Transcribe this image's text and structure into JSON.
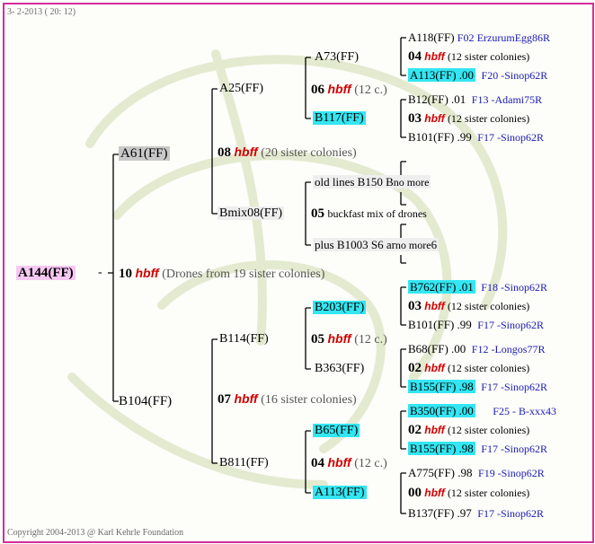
{
  "header": "3- 2-2013 ( 20: 12)",
  "footer": "Copyright 2004-2013 @ Karl Kehrle Foundation",
  "hbff": "hbff",
  "root": {
    "name": "A144(FF)",
    "gen": "10",
    "note": "(Drones from 19 sister colonies)"
  },
  "p1": {
    "name": "A61(FF)",
    "gen": "08",
    "note": "(20 sister colonies)"
  },
  "p2": {
    "name": "B104(FF)",
    "gen": "07",
    "note": "(16 sister colonies)"
  },
  "g1": {
    "name": "A25(FF)",
    "gen": "06",
    "note": "(12 c.)"
  },
  "g2": {
    "name": "Bmix08(FF)",
    "gen": "05",
    "note": "buckfast mix of drones"
  },
  "g3": {
    "name": "B114(FF)",
    "gen": "05",
    "note": "(12 c.)"
  },
  "g4": {
    "name": "B811(FF)",
    "gen": "04",
    "note": "(12 c.)"
  },
  "ggp": {
    "a73": "A73(FF)",
    "b117": "B117(FF)",
    "oldlines": "old lines B150 B",
    "nomore1": "no more",
    "plus": "plus B1003 S6 ar",
    "nomore2": "no more",
    "b203": "B203(FF)",
    "b363": "B363(FF)",
    "b65": "B65(FF)",
    "a113": "A113(FF)"
  },
  "gg": [
    {
      "top": {
        "name": "A118(FF)",
        "val": "F02",
        "ref": "ErzurumEgg86R"
      },
      "gen": "04",
      "note": "(12 sister colonies)",
      "bot": {
        "name": "A113(FF)",
        "val": ".00",
        "ref": "F20 -Sinop62R"
      }
    },
    {
      "top": {
        "name": "B12(FF)",
        "val": ".01",
        "ref": "F13 -Adami75R"
      },
      "gen": "03",
      "note": "(12 sister colonies)",
      "bot": {
        "name": "B101(FF)",
        "val": ".99",
        "ref": "F17 -Sinop62R"
      }
    },
    {
      "top": {
        "name": "B762(FF)",
        "val": ".01",
        "ref": "F18 -Sinop62R"
      },
      "gen": "03",
      "note": "(12 sister colonies)",
      "bot": {
        "name": "B101(FF)",
        "val": ".99",
        "ref": "F17 -Sinop62R"
      }
    },
    {
      "top": {
        "name": "B68(FF)",
        "val": ".00",
        "ref": "F12 -Longos77R"
      },
      "gen": "02",
      "note": "(12 sister colonies)",
      "bot": {
        "name": "B155(FF)",
        "val": ".98",
        "ref": "F17 -Sinop62R"
      }
    },
    {
      "top": {
        "name": "B350(FF)",
        "val": ".00",
        "ref": "F25 - B-xxx43"
      },
      "gen": "02",
      "note": "(12 sister colonies)",
      "bot": {
        "name": "B155(FF)",
        "val": ".98",
        "ref": "F17 -Sinop62R"
      }
    },
    {
      "top": {
        "name": "A775(FF)",
        "val": ".98",
        "ref": "F19 -Sinop62R"
      },
      "gen": "00",
      "note": "(12 sister colonies)",
      "bot": {
        "name": "B137(FF)",
        "val": ".97",
        "ref": "F17 -Sinop62R"
      }
    }
  ]
}
